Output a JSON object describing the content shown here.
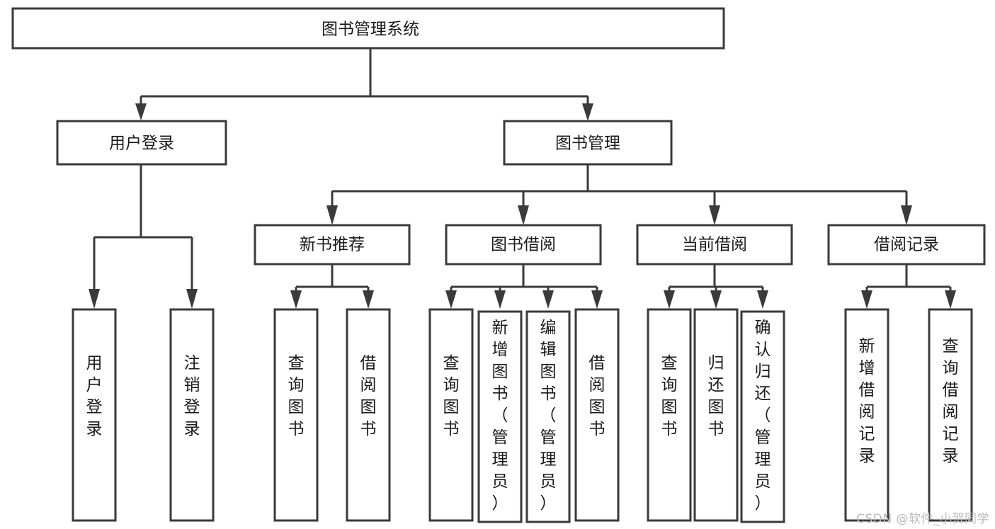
{
  "diagram": {
    "title_node": {
      "label": "图书管理系统"
    },
    "level2": [
      {
        "id": "user-login",
        "label": "用户登录"
      },
      {
        "id": "book-management",
        "label": "图书管理"
      }
    ],
    "level3": [
      {
        "id": "new-book-recommend",
        "label": "新书推荐"
      },
      {
        "id": "book-borrow",
        "label": "图书借阅"
      },
      {
        "id": "current-borrow",
        "label": "当前借阅"
      },
      {
        "id": "borrow-record",
        "label": "借阅记录"
      }
    ],
    "leaves": {
      "user-login": [
        {
          "id": "leaf-user-login",
          "label": "用户登录"
        },
        {
          "id": "leaf-logout",
          "label": "注销登录"
        }
      ],
      "new-book-recommend": [
        {
          "id": "leaf-query-books-1",
          "label": "查询图书"
        },
        {
          "id": "leaf-borrow-books-1",
          "label": "借阅图书"
        }
      ],
      "book-borrow": [
        {
          "id": "leaf-query-books-2",
          "label": "查询图书"
        },
        {
          "id": "leaf-add-book-admin",
          "label": "新增图书（管理员）"
        },
        {
          "id": "leaf-edit-book-admin",
          "label": "编辑图书（管理员）"
        },
        {
          "id": "leaf-borrow-books-2",
          "label": "借阅图书"
        }
      ],
      "current-borrow": [
        {
          "id": "leaf-query-books-3",
          "label": "查询图书"
        },
        {
          "id": "leaf-return-book",
          "label": "归还图书"
        },
        {
          "id": "leaf-confirm-return-admin",
          "label": "确认归还（管理员）"
        }
      ],
      "borrow-record": [
        {
          "id": "leaf-add-borrow-record",
          "label": "新增借阅记录"
        },
        {
          "id": "leaf-query-borrow-record",
          "label": "查询借阅记录"
        }
      ]
    },
    "colors": {
      "stroke": "#3a3a3a",
      "box_fill": "#ffffff",
      "text": "#1a1a1a",
      "watermark": "#b9b9b9",
      "background": "#ffffff"
    }
  },
  "watermark": {
    "text": "CSDN @软件_小贺同学"
  }
}
